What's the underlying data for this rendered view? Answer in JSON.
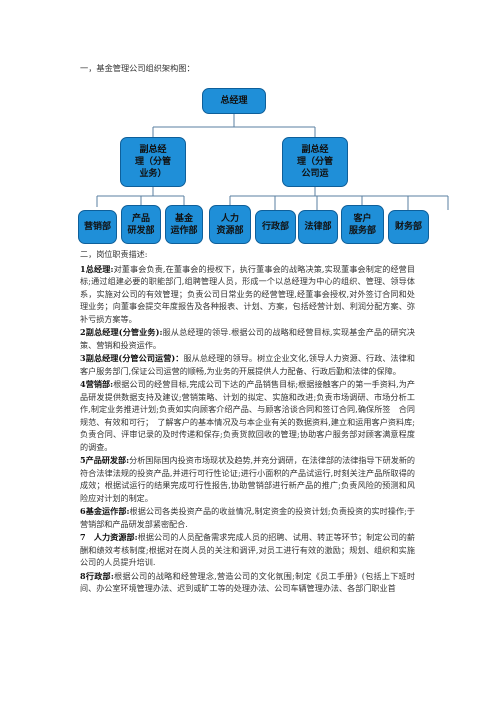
{
  "section1_title": "一，基金管理公司组织架构图：",
  "org": {
    "ceo": "总经理",
    "vp1": "副总经\n理（分管\n业务）",
    "vp2": "副总经\n理（分管\n公司运",
    "dept1": "营销部",
    "dept2": "产品\n研发部",
    "dept3": "基金\n运作部",
    "dept4": "人力\n资源部",
    "dept5": "行政部",
    "dept6": "法律部",
    "dept7": "客户\n服务部",
    "dept8": "财务部"
  },
  "section2_title": "二，岗位职责描述:",
  "items": [
    {
      "label": "1总经理:",
      "text": "对董事会负责,在董事会的授权下，执行董事会的战略决策,实现董事会制定的经营目标;通过组建必要的职能部门,组聘管理人员，形成一个以总经理为中心的组织、管理、领导体系，实施对公司的有效管理；负责公司日常业务的经营管理,经董事会授权,对外签订合同和处理业务；向董事会提交年度报告及各种报表、计划、方案，包括经营计划、利润分配方案、弥补亏损方案等。"
    },
    {
      "label": "2副总经理(分管业务):",
      "text": "服从总经理的领导.根据公司的战略和经营目标,实现基金产品的研究决策、营销和投资运作。"
    },
    {
      "label": "3副总经理(分管公司运营)：",
      "text": "服从总经理的领导。树立企业文化,领导人力资源、行政、法律和客户服务部门,保证公司运营的顺畅,为业务的开展提供人力配备、行政后勤和法律的保障。"
    },
    {
      "label": "4营销部:",
      "text": "根据公司的经营目标,完成公司下达的产品销售目标;根据接触客户的第一手资料,为产品研发提供数据支持及建议;营销策略、计划的拟定、实施和改进;负责市场调研、市场分析工作,制定业务推进计划;负责如实向顾客介绍产品、与顾客洽谈合同和签订合同,确保所签　合同规范、有效和可行；　了解客户的基本情况及与本企业有关的数据资料,建立和运用客户资料库;负责合同、评审记录的及时传递和保存;负责货款回收的管理;协助客户服务部对顾客满意程度的调查。"
    },
    {
      "label": "5产品研发部:",
      "text": "分析国际国内投资市场现状及趋势,并充分调研，在法律部的法律指导下研发新的符合法律法规的投资产品,并进行可行性论证;进行小面积的产品试运行,时刻关注产品所取得的成效；根据试运行的结果完成可行性报告,协助营销部进行新产品的推广;负责风险的预测和风险应对计划的制定。"
    },
    {
      "label": "6基金运作部:",
      "text": "根据公司各类投资产品的收益情况,制定资金的投资计划;负责投资的实时操作;于营销部和产品研发部紧密配合."
    },
    {
      "label": "7　人力资源部:",
      "text": "根据公司的人员配备需求完成人员的招聘、试用、转正等环节；制定公司的薪酬和绩效考核制度;根据对在岗人员的关注和调评,对员工进行有效的激励；规划、组织和实施公司的人员提升培训."
    },
    {
      "label": "8行政部:",
      "text": "根据公司的战略和经营理念,营造公司的文化氛围;制定《员工手册》(包括上下班时间、办公室环境管理办法、迟到或旷工等的处理办法、公司车辆管理办法、各部门职业首"
    }
  ]
}
